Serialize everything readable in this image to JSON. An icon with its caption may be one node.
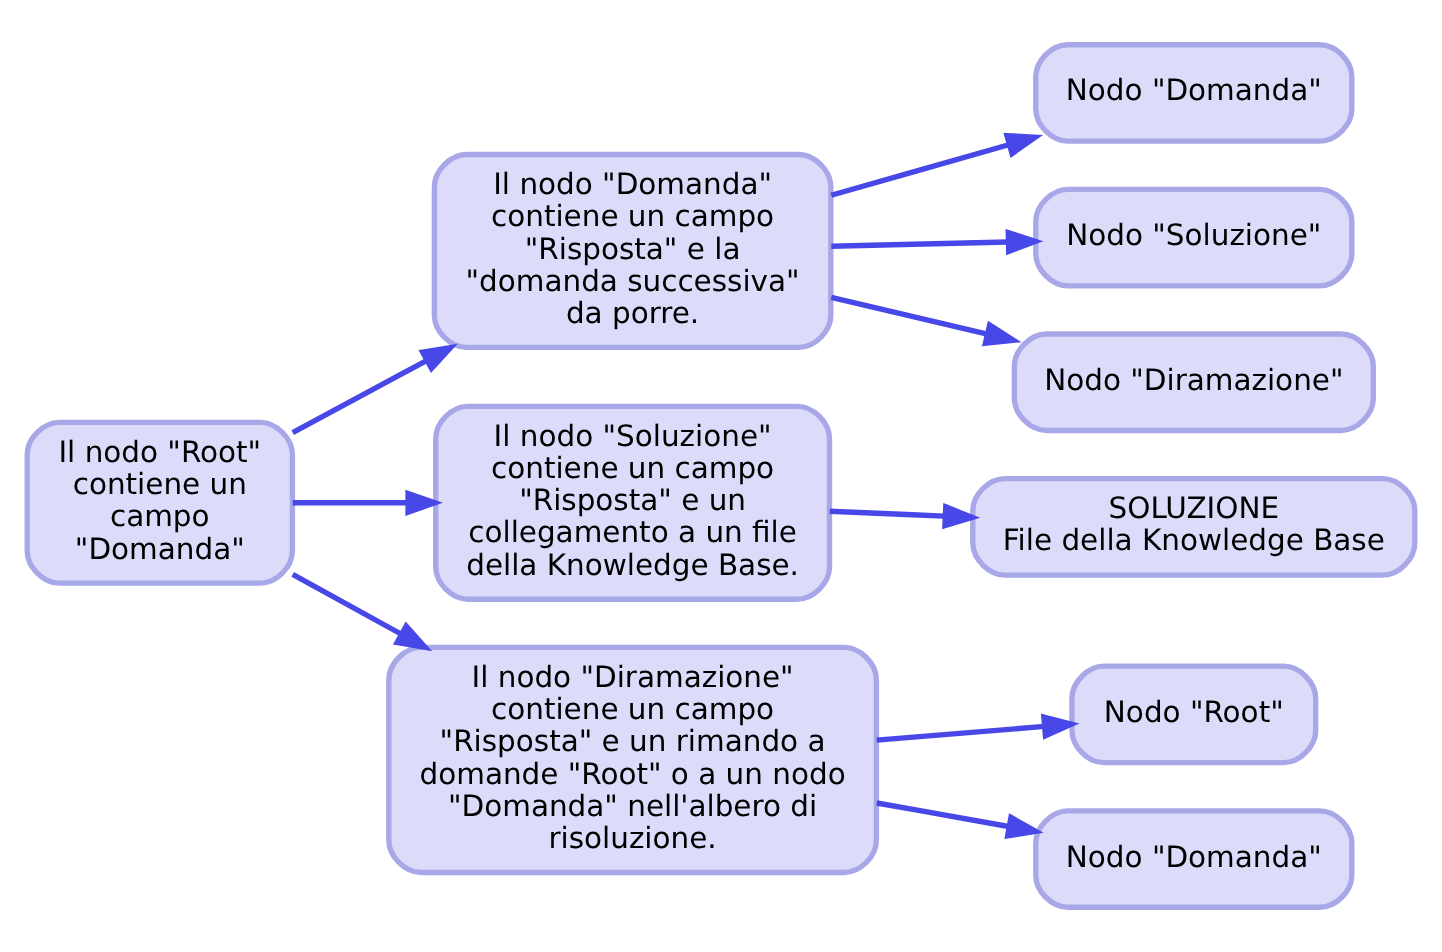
{
  "diagram": {
    "nodes": [
      {
        "text": [
          "Il nodo \"Root\" contiene un campo \"Domanda\""
        ]
      },
      {
        "text": [
          "Il nodo \"Domanda\" contiene un campo \"Risposta\" e la \"domanda successiva\" da porre."
        ]
      },
      {
        "text": [
          "Nodo \"Domanda\""
        ]
      },
      {
        "text": [
          "Nodo \"Soluzione\""
        ]
      },
      {
        "text": [
          "Nodo \"Diramazione\""
        ]
      },
      {
        "text": [
          "Il nodo \"Soluzione\" contiene un campo \"Risposta\" e un collegamento a un file della Knowledge Base."
        ]
      },
      {
        "text": [
          "SOLUZIONE",
          "File della Knowledge Base"
        ]
      },
      {
        "text": [
          "Il nodo \"Diramazione\" contiene un campo \"Risposta\" e un rimando a domande \"Root\" o a un nodo \"Domanda\" nell'albero di risoluzione."
        ]
      },
      {
        "text": [
          "Nodo \"Root\""
        ]
      },
      {
        "text": [
          "Nodo \"Domanda\""
        ]
      }
    ],
    "edges": [
      {
        "from": 0,
        "to": 1,
        "arrow": "to"
      },
      {
        "from": 0,
        "to": 5,
        "arrow": "to"
      },
      {
        "from": 0,
        "to": 7,
        "arrow": "to"
      },
      {
        "from": 1,
        "to": 2,
        "arrow": "to"
      },
      {
        "from": 1,
        "to": 3,
        "arrow": "to"
      },
      {
        "from": 1,
        "to": 4,
        "arrow": "to"
      },
      {
        "from": 5,
        "to": 6,
        "arrow": "to"
      },
      {
        "from": 7,
        "to": 8,
        "arrow": "to"
      },
      {
        "from": 7,
        "to": 9,
        "arrow": "to"
      }
    ]
  }
}
